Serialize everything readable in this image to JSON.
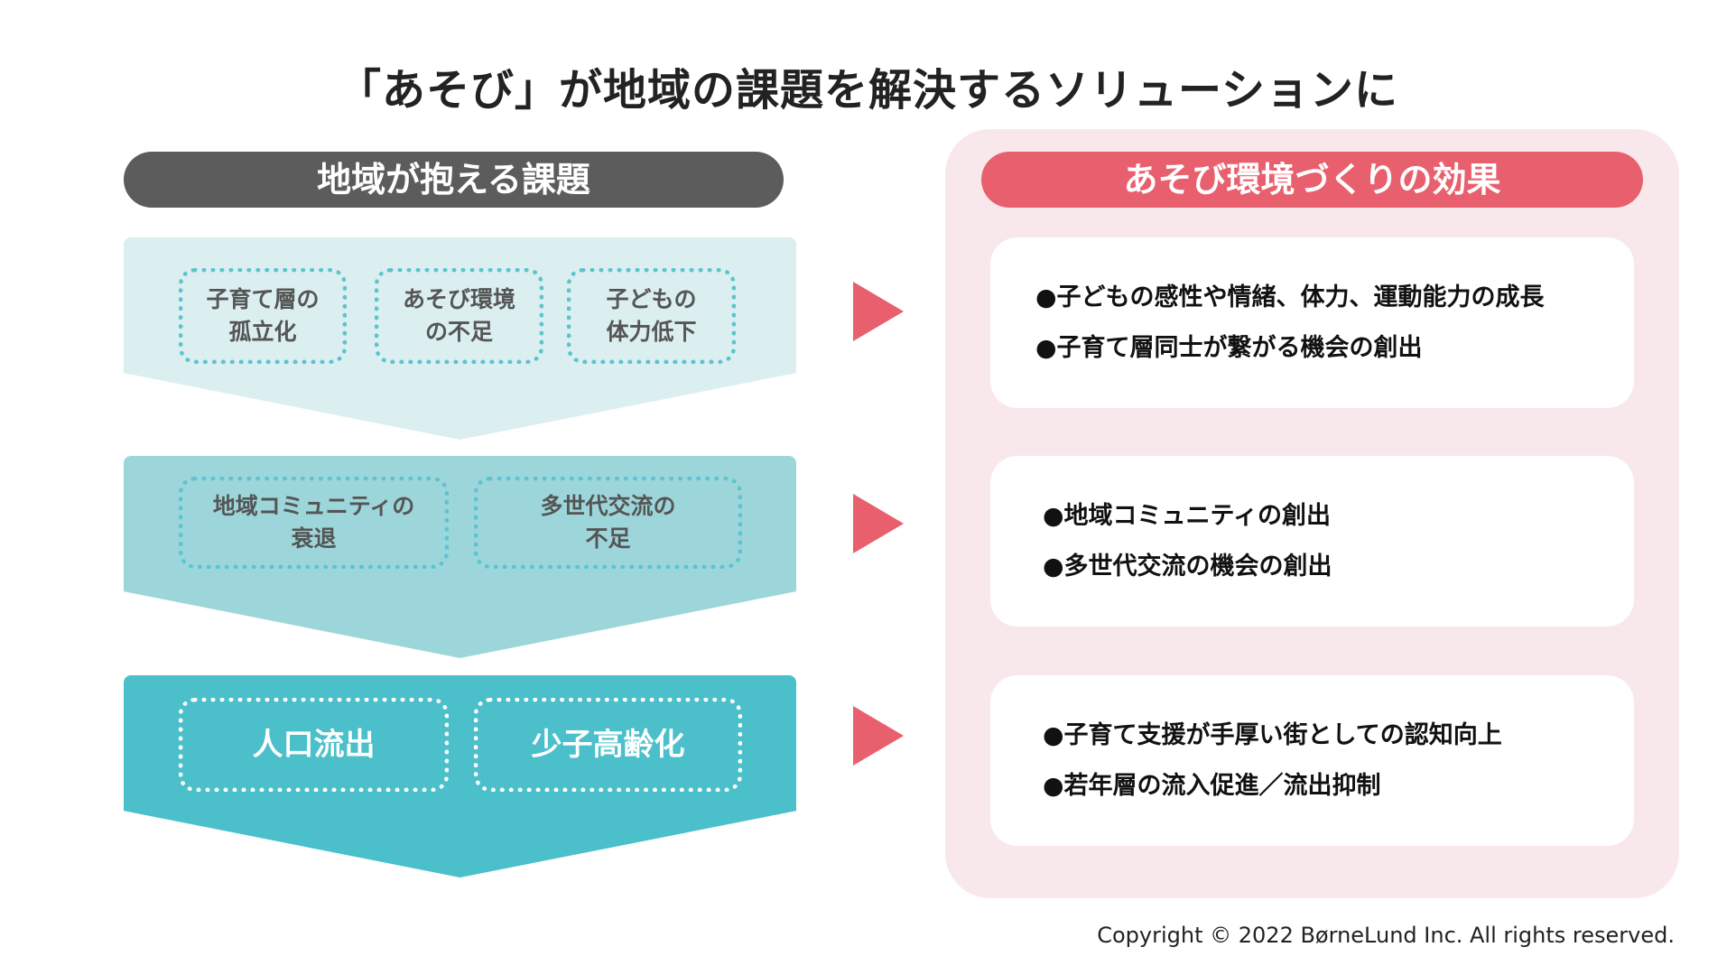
{
  "title": "「あそび」が地域の課題を解決するソリューションに",
  "left": {
    "header": "地域が抱える課題",
    "rows": [
      {
        "items": [
          [
            "子育て層の",
            "孤立化"
          ],
          [
            "あそび環境",
            "の不足"
          ],
          [
            "子どもの",
            "体力低下"
          ]
        ]
      },
      {
        "items": [
          [
            "地域コミュニティの",
            "衰退"
          ],
          [
            "多世代交流の",
            "不足"
          ]
        ]
      },
      {
        "items": [
          [
            "人口流出"
          ],
          [
            "少子高齢化"
          ]
        ]
      }
    ]
  },
  "right": {
    "header": "あそび環境づくりの効果",
    "boxes": [
      [
        "●子どもの感性や情緒、体力、運動能力の成長",
        "●子育て層同士が繋がる機会の創出"
      ],
      [
        "●地域コミュニティの創出",
        "●多世代交流の機会の創出"
      ],
      [
        "●子育て支援が手厚い街としての認知向上",
        "●若年層の流入促進／流出抑制"
      ]
    ]
  },
  "copyright": "Copyright © 2022 BørneLund Inc. All rights reserved.",
  "colors": {
    "accent": "#e8606e",
    "dark": "#5c5c5c",
    "teal_light": "#dbeef0",
    "teal_mid": "#9dd6da",
    "teal_dark": "#4bbfca",
    "pink_bg": "#f8e8ec"
  }
}
